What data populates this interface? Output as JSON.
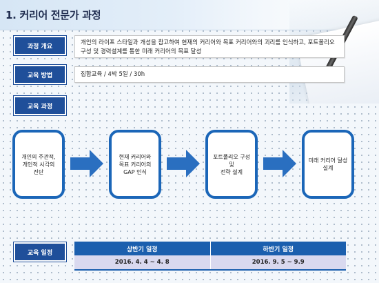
{
  "header": {
    "title": "1. 커리어 전문가 과정"
  },
  "overview": {
    "label": "과정 개요",
    "text": "개인의 라이프 스타일과 개성을 참고하여 현재의 커리어와 목표 커리어와의 괴리를 인식하고, 포트폴리오 구성 및 경력설계를 통한 미래 커리어의 목표 달성"
  },
  "method": {
    "label": "교육 방법",
    "text": "집합교육 / 4박 5일 / 30h"
  },
  "course": {
    "label": "교육 과정",
    "steps": [
      "개인의 주관적,\n개인적 시각의\n진단",
      "현재 커리어와\n목표 커리어의\nGAP 인식",
      "포트폴리오 구성\n및\n전략 설계",
      "미래 커리어 달성\n설계"
    ]
  },
  "schedule": {
    "label": "교육 일정",
    "headers": [
      "상반기 일정",
      "하반기 일정"
    ],
    "dates": [
      "2016. 4. 4 ~ 4. 8",
      "2016. 9. 5 ~ 9.9"
    ]
  },
  "colors": {
    "label_bg": "#1f4f9a",
    "step_border": "#1b66b8",
    "arrow": "#2a6fc0",
    "table_header": "#1b5fae",
    "table_row": "#d9d9ef"
  }
}
